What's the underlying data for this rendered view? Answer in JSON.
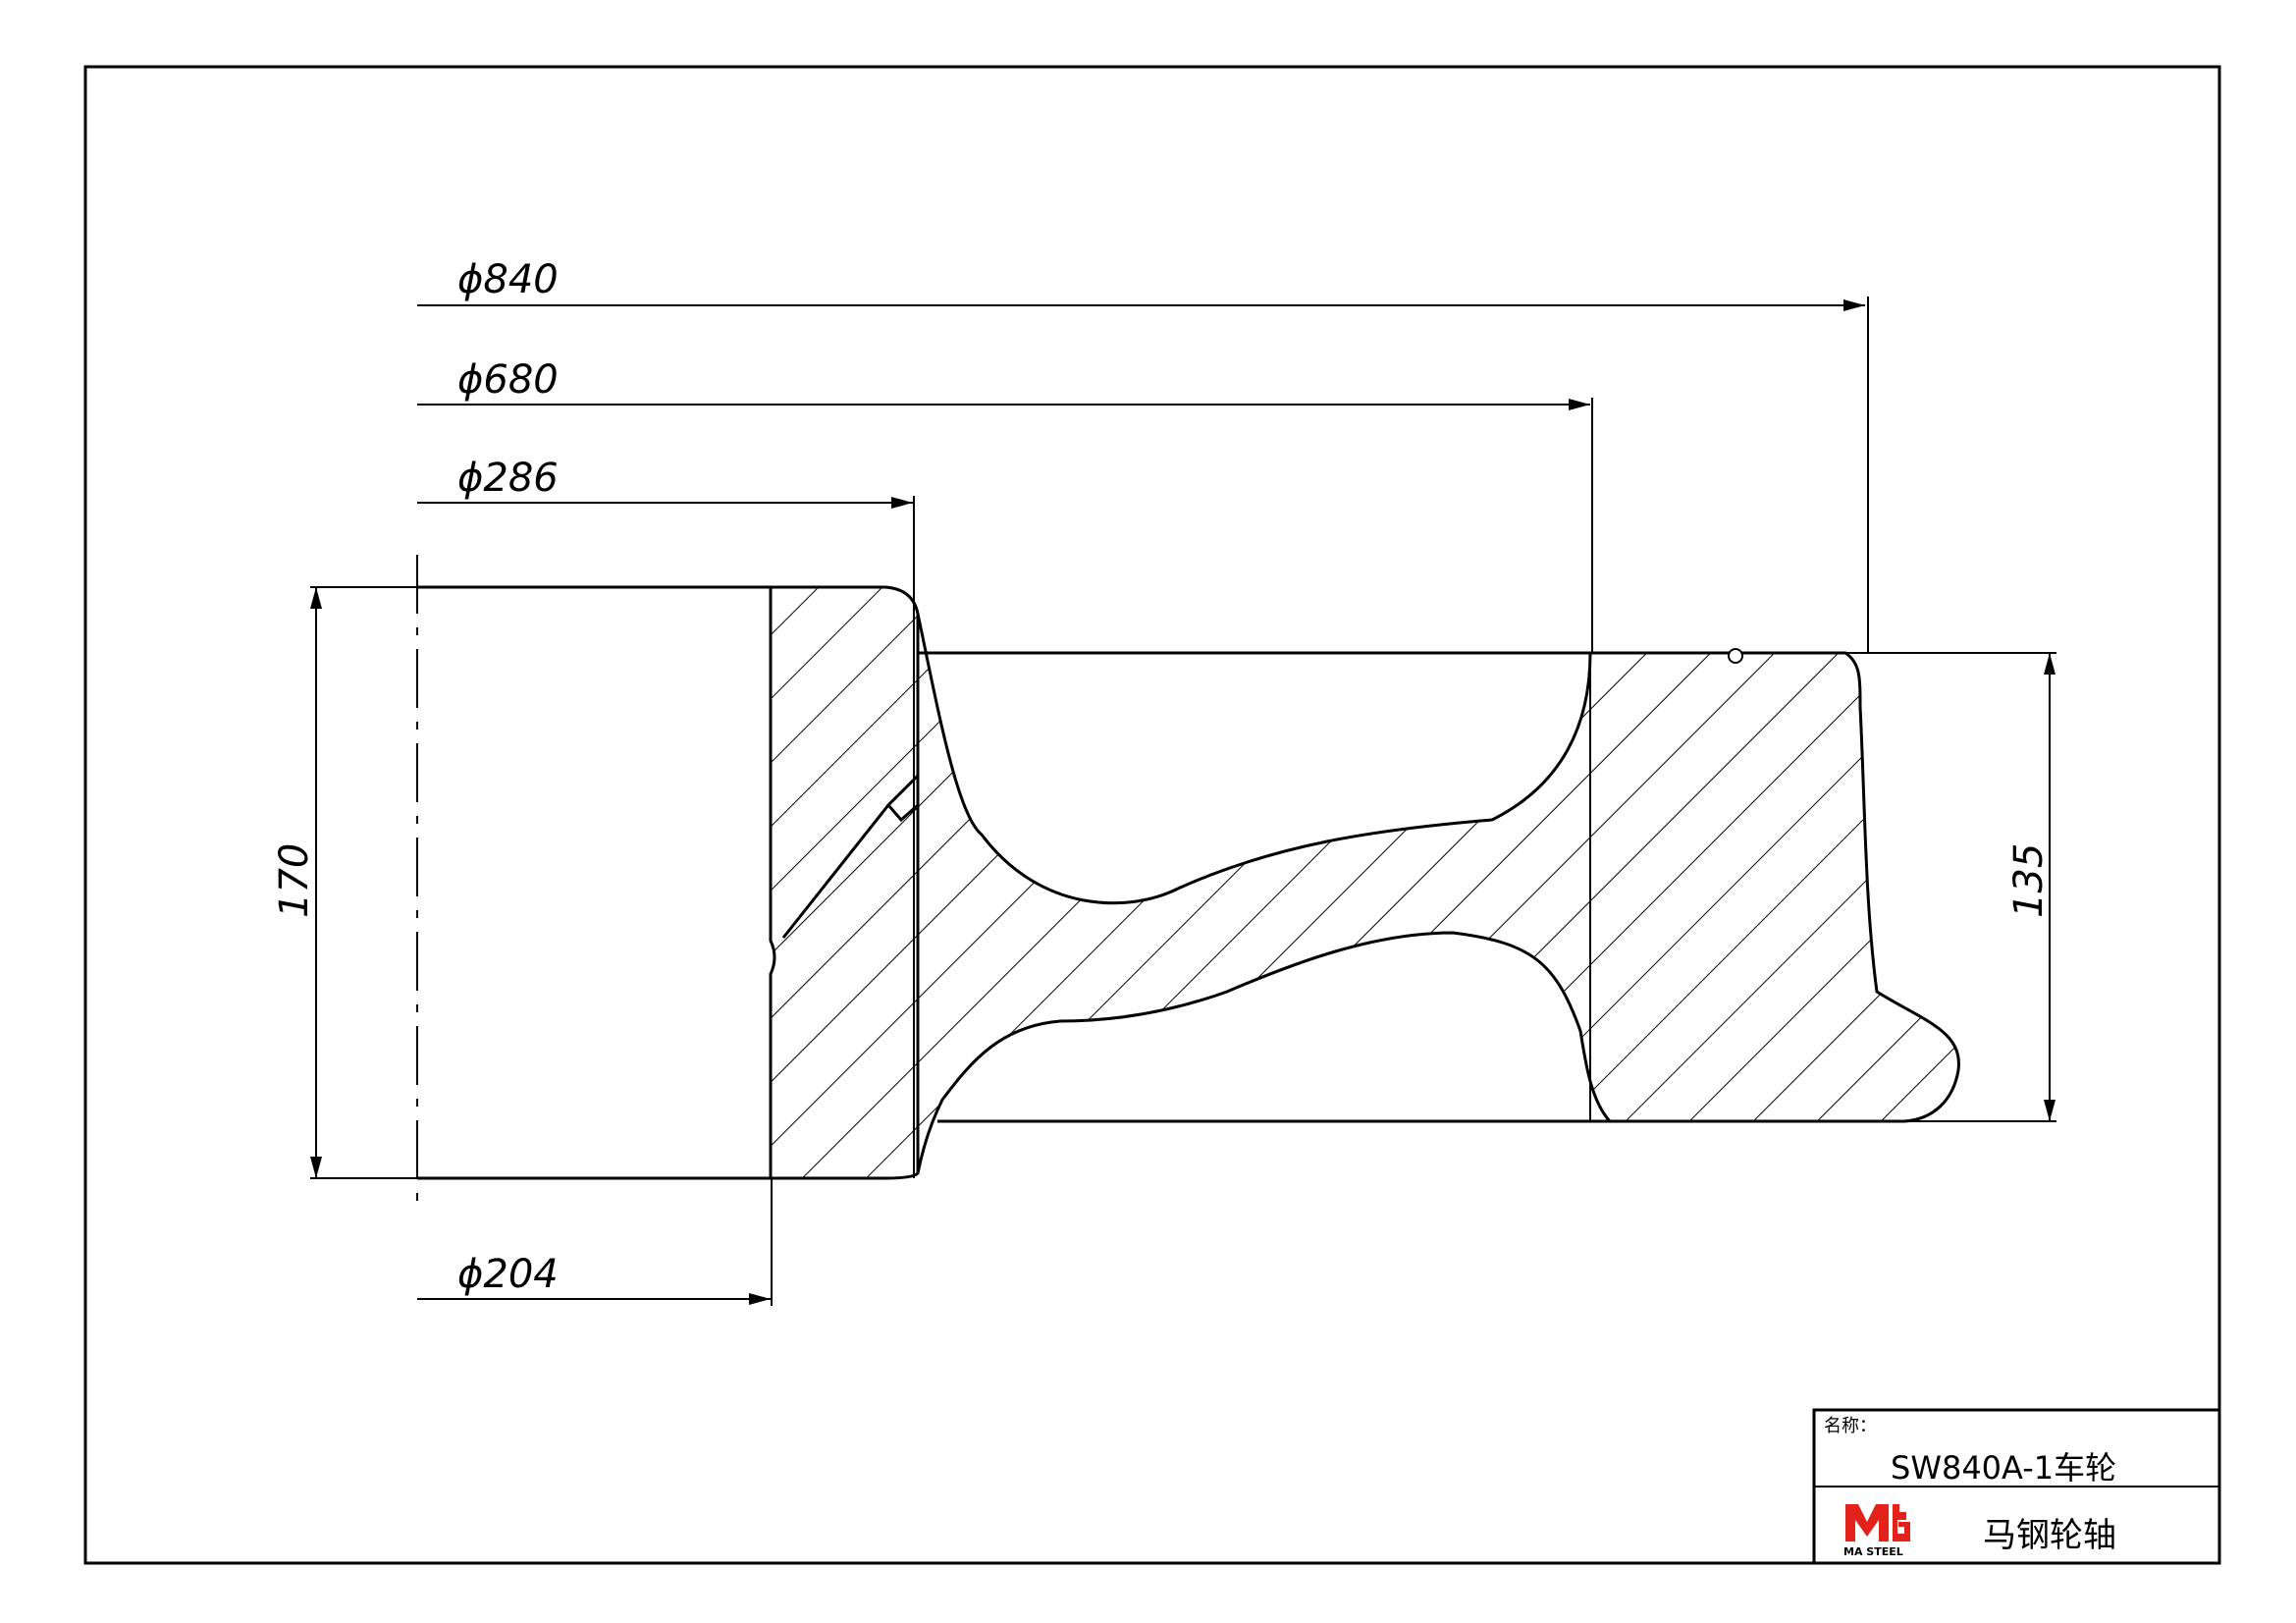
{
  "dimensions": {
    "d840": "ϕ840",
    "d680": "ϕ680",
    "d286": "ϕ286",
    "d204": "ϕ204",
    "h170": "170",
    "h135": "135"
  },
  "title_block": {
    "name_label": "名称：",
    "part_name": "SW840A-1车轮",
    "company": "马钢轮轴",
    "logo_text": "MA STEEL"
  },
  "colors": {
    "line": "#000000",
    "logo": "#e3231b",
    "background": "#ffffff"
  }
}
